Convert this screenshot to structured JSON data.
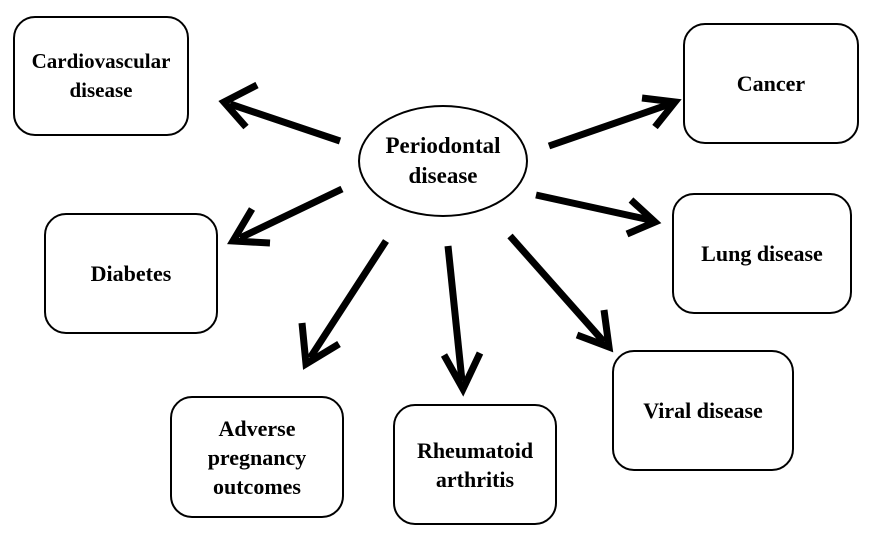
{
  "diagram": {
    "hub": {
      "label": "Periodontal\ndisease"
    },
    "nodes": [
      {
        "id": "cardio",
        "label": "Cardiovascular\ndisease"
      },
      {
        "id": "diabetes",
        "label": "Diabetes"
      },
      {
        "id": "pregnancy",
        "label": "Adverse\npregnancy\noutcomes"
      },
      {
        "id": "rheuma",
        "label": "Rheumatoid\narthritis"
      },
      {
        "id": "viral",
        "label": "Viral disease"
      },
      {
        "id": "lung",
        "label": "Lung disease"
      },
      {
        "id": "cancer",
        "label": "Cancer"
      }
    ],
    "edges": [
      {
        "from": "hub",
        "to": "cardio"
      },
      {
        "from": "hub",
        "to": "diabetes"
      },
      {
        "from": "hub",
        "to": "pregnancy"
      },
      {
        "from": "hub",
        "to": "rheuma"
      },
      {
        "from": "hub",
        "to": "viral"
      },
      {
        "from": "hub",
        "to": "lung"
      },
      {
        "from": "hub",
        "to": "cancer"
      }
    ],
    "colors": {
      "stroke": "#000000",
      "fill": "#ffffff",
      "text": "#000000"
    }
  }
}
